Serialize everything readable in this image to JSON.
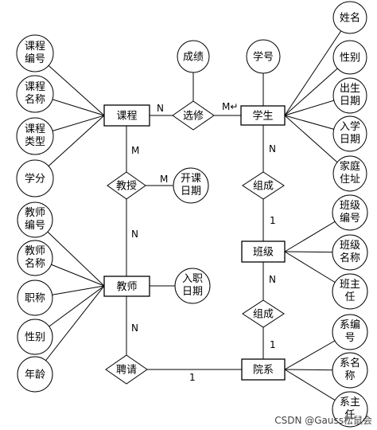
{
  "entities": {
    "course": "课程",
    "student": "学生",
    "teacher": "教师",
    "class_unit": "班级",
    "department": "院系"
  },
  "relationships": {
    "enroll": "选修",
    "teach": "教授",
    "compose_class": "组成",
    "compose_dept": "组成",
    "hire": "聘请"
  },
  "attributes": {
    "course_no": [
      "课程",
      "编号"
    ],
    "course_name": [
      "课程",
      "名称"
    ],
    "course_type": [
      "课程",
      "类型"
    ],
    "credit": [
      "学分"
    ],
    "grade": [
      "成绩"
    ],
    "student_no": [
      "学号"
    ],
    "name": [
      "姓名"
    ],
    "student_gender": [
      "性别"
    ],
    "birth_date": [
      "出生",
      "日期"
    ],
    "enroll_date": [
      "入学",
      "日期"
    ],
    "home_address": [
      "家庭",
      "住址"
    ],
    "start_date": [
      "开课",
      "日期"
    ],
    "teacher_no": [
      "教师",
      "编号"
    ],
    "teacher_name": [
      "教师",
      "名称"
    ],
    "title": [
      "职称"
    ],
    "teacher_gender": [
      "性别"
    ],
    "age": [
      "年龄"
    ],
    "hire_date": [
      "入职",
      "日期"
    ],
    "class_no": [
      "班级",
      "编号"
    ],
    "class_name": [
      "班级",
      "名称"
    ],
    "class_head": [
      "班主",
      "任"
    ],
    "dept_no": [
      "系编",
      "号"
    ],
    "dept_name": [
      "系名",
      "称"
    ],
    "dept_head": [
      "系主",
      "任"
    ]
  },
  "cardinalities": {
    "course_enroll": "N",
    "student_enroll": "M↵",
    "course_teach": "M",
    "teach_start_date": "M",
    "teacher_teach": "N",
    "student_compose": "N",
    "class_compose_top": "1",
    "class_compose_bottom": "N",
    "dept_compose": "1",
    "teacher_hire": "N",
    "dept_hire": "1"
  },
  "watermark": "CSDN @Gauss松鼠会"
}
